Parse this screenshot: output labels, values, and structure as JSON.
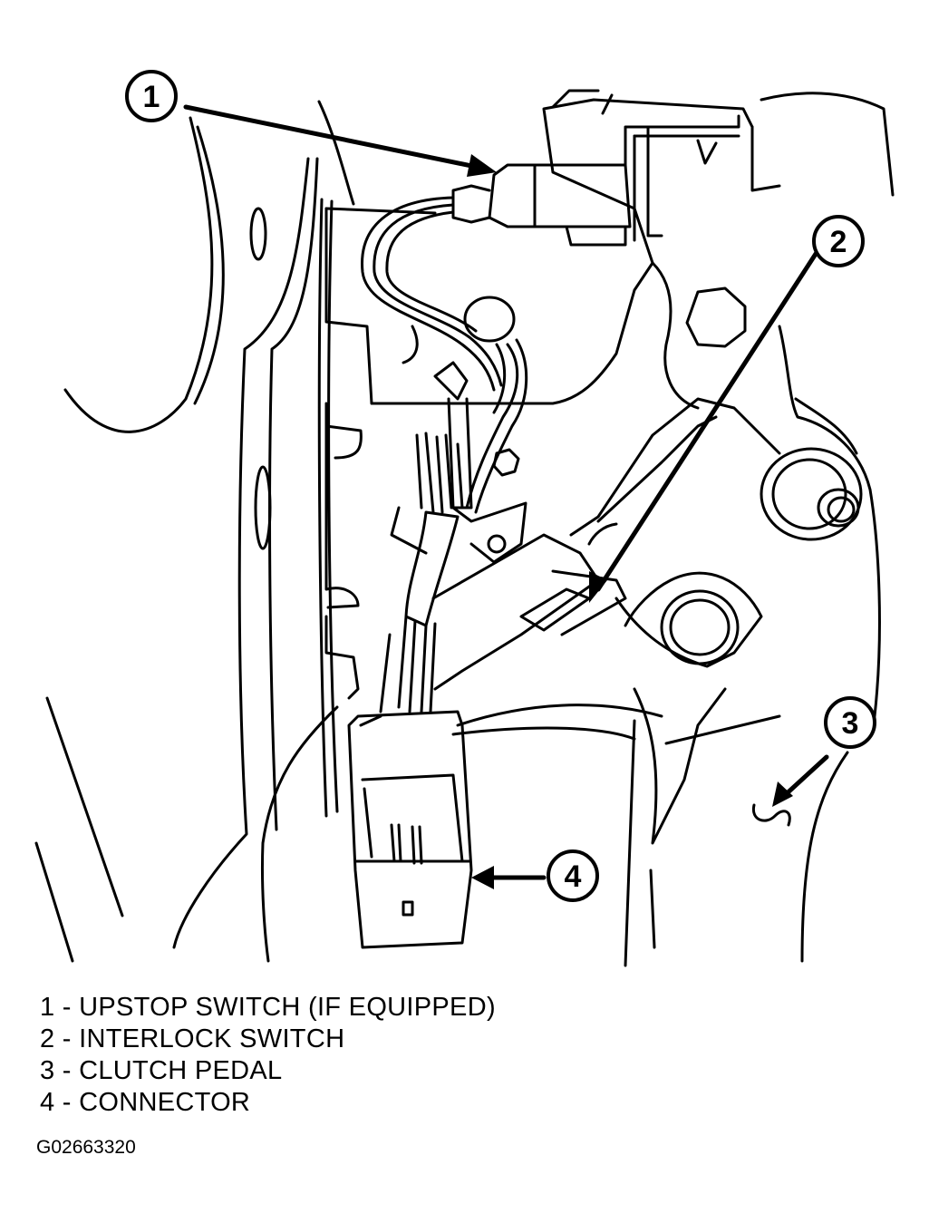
{
  "callouts": [
    {
      "number": "1"
    },
    {
      "number": "2"
    },
    {
      "number": "3"
    },
    {
      "number": "4"
    }
  ],
  "legend": [
    {
      "number": "1",
      "separator": " - ",
      "label": "UPSTOP SWITCH (IF EQUIPPED)"
    },
    {
      "number": "2",
      "separator": " - ",
      "label": "INTERLOCK SWITCH"
    },
    {
      "number": "3",
      "separator": " - ",
      "label": "CLUTCH PEDAL"
    },
    {
      "number": "4",
      "separator": " - ",
      "label": "CONNECTOR"
    }
  ],
  "figure_id": "G02663320"
}
